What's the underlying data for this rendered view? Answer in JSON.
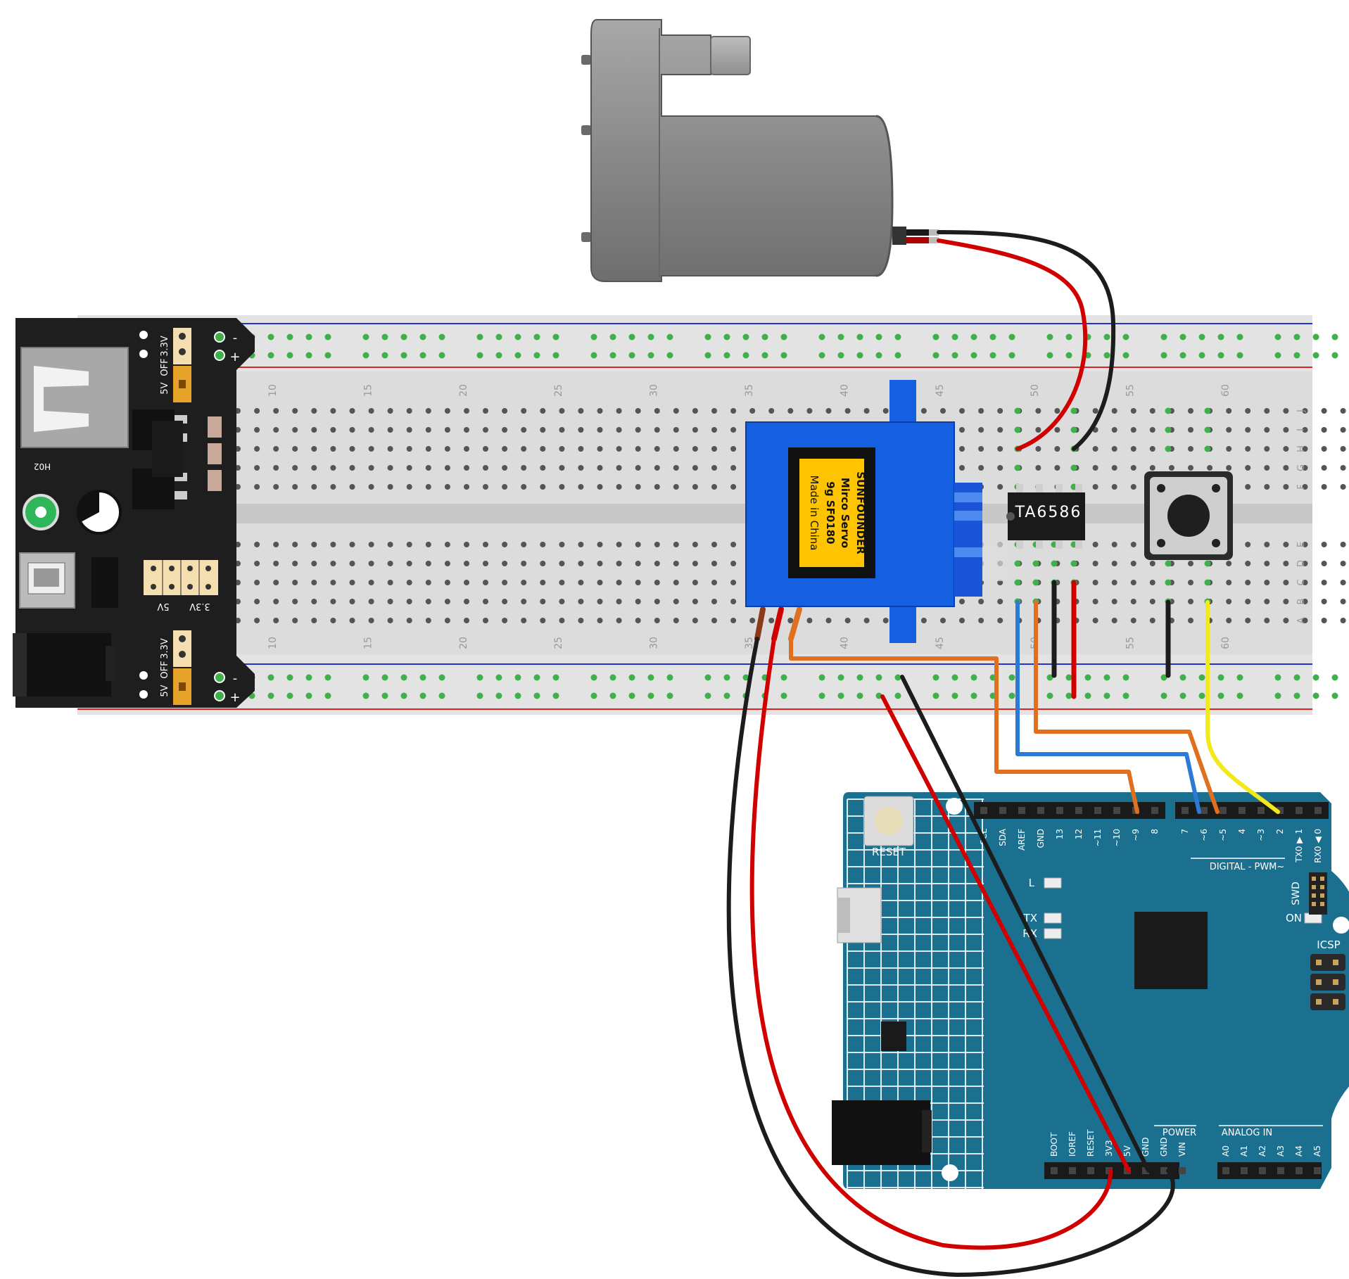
{
  "colors": {
    "board_teal": "#1b6f8f",
    "breadboard": "#d9d9d9",
    "wire_red": "#d00000",
    "wire_black": "#1c1c1c",
    "wire_orange": "#e07020",
    "wire_blue": "#2b7ad6",
    "wire_yellow": "#f3e81a",
    "servo_blue": "#1560e0",
    "label_yellow": "#ffc400",
    "motor_gray": "#8c8c8c",
    "rail_blue": "#2233cc",
    "rail_red": "#dd2222",
    "hole_green": "#3fb04a"
  },
  "breadboard": {
    "column_numbers": [
      "10",
      "15",
      "20",
      "25",
      "30",
      "35",
      "40",
      "45",
      "50",
      "55",
      "60"
    ],
    "row_letters_top": [
      "J",
      "I",
      "H",
      "G",
      "F"
    ],
    "row_letters_bottom": [
      "E",
      "D",
      "C",
      "B",
      "A"
    ]
  },
  "power_module": {
    "label": "H02",
    "rail_minus": "-",
    "rail_plus": "+",
    "jumper_labels": [
      "5V",
      "OFF",
      "3.3V"
    ],
    "header_labels": [
      "5V",
      "3.3V"
    ]
  },
  "servo": {
    "brand": "SUNFOUNDER",
    "model": "Mirco Servo",
    "part": "9g SF0180",
    "origin": "Made in China"
  },
  "driver_chip": {
    "label": "TA6586"
  },
  "arduino": {
    "reset_label": "RESET",
    "digital_header_left": [
      "SCL",
      "SDA",
      "AREF",
      "GND",
      "13",
      "12",
      "~11",
      "~10",
      "~9",
      "8"
    ],
    "digital_header_right": [
      "7",
      "~6",
      "~5",
      "4",
      "~3",
      "2",
      "TX0 ▶ 1",
      "RX0 ◀ 0"
    ],
    "digital_label": "DIGITAL - PWM~",
    "led_l": "L",
    "led_tx": "TX",
    "led_rx": "RX",
    "on_label": "ON",
    "swd_label": "SWD",
    "icsp_label": "ICSP",
    "power_label": "POWER",
    "power_pins": [
      "BOOT",
      "IOREF",
      "RESET",
      "3V3",
      "5V",
      "GND",
      "GND",
      "VIN"
    ],
    "analog_label": "ANALOG IN",
    "analog_pins": [
      "A0",
      "A1",
      "A2",
      "A3",
      "A4",
      "A5"
    ]
  }
}
